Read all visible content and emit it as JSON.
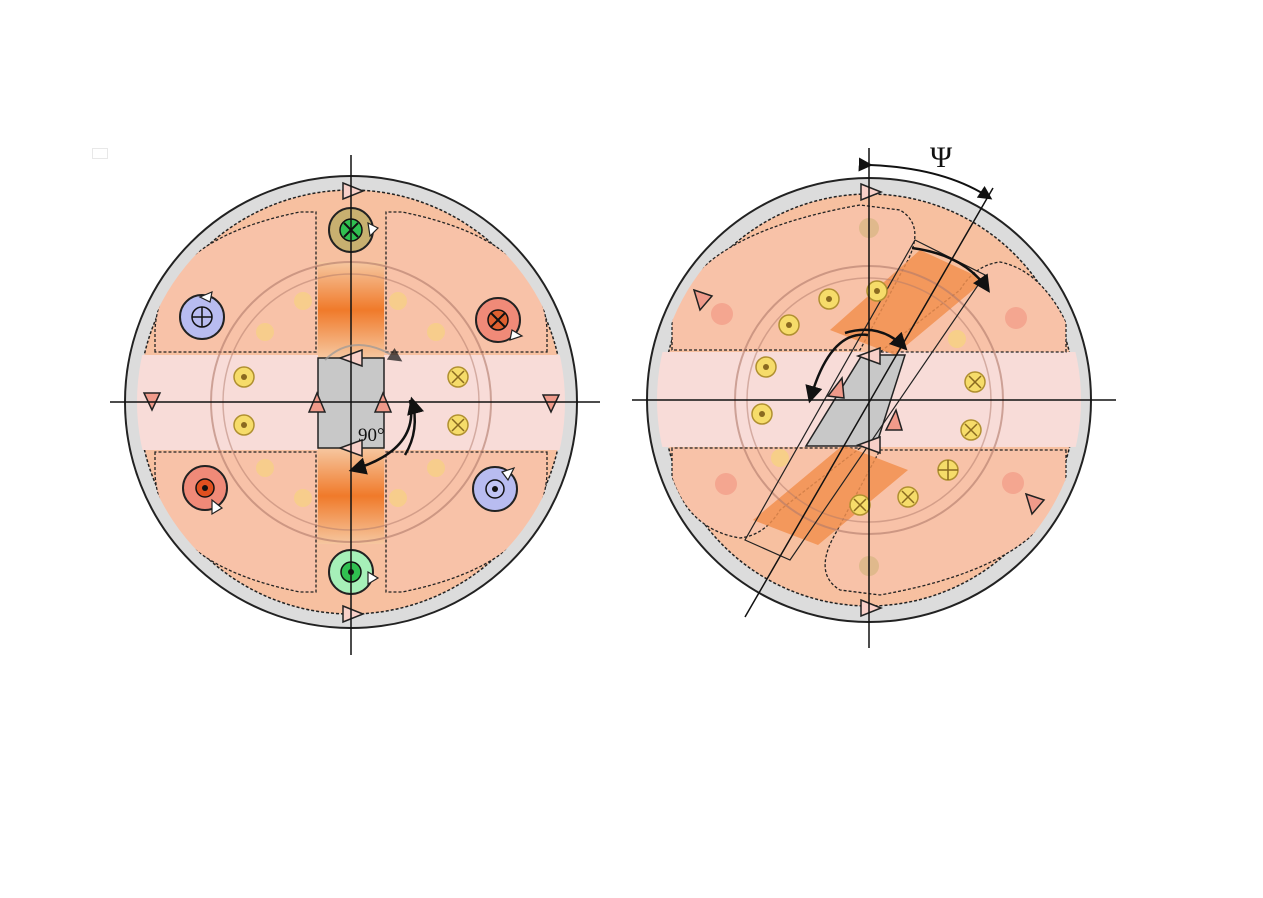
{
  "diagrams": [
    {
      "id": "left",
      "angle_label": "90°"
    },
    {
      "id": "right",
      "angle_label": "Ψ"
    }
  ],
  "colors": {
    "outer_ring": "#d9d9d9",
    "lobe_fill": "#f4a070",
    "band_fill": "#f7d6d2",
    "center_square": "#c8c8c8",
    "pole_orange": "#f08a3c",
    "coil_blue": "#b8bcf0",
    "coil_red": "#f08a78",
    "coil_green": "#7ee89a",
    "coil_olive": "#c8b070",
    "marker_yellow": "#f6dc6a",
    "arrow_salmon": "#f09a8a"
  },
  "icons": [
    "cross-coil-icon",
    "dot-coil-icon",
    "triangle-arrow-icon",
    "rotation-arrow-icon"
  ]
}
